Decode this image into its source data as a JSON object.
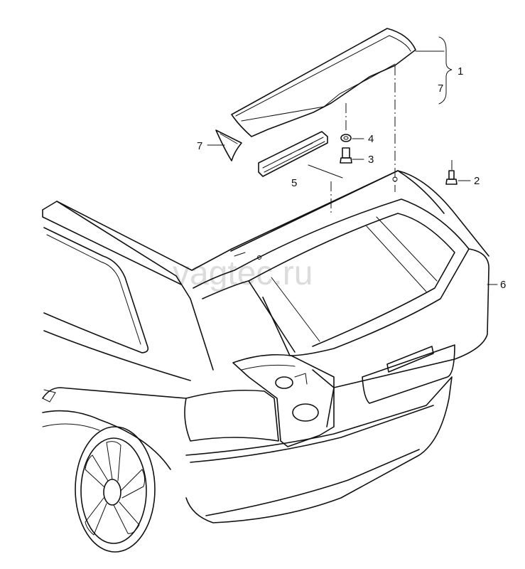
{
  "watermark": "vagtec.ru",
  "callouts": {
    "c1": "1",
    "c7a": "7",
    "c7b": "7",
    "c2": "2",
    "c3": "3",
    "c4": "4",
    "c5": "5",
    "c6": "6"
  }
}
